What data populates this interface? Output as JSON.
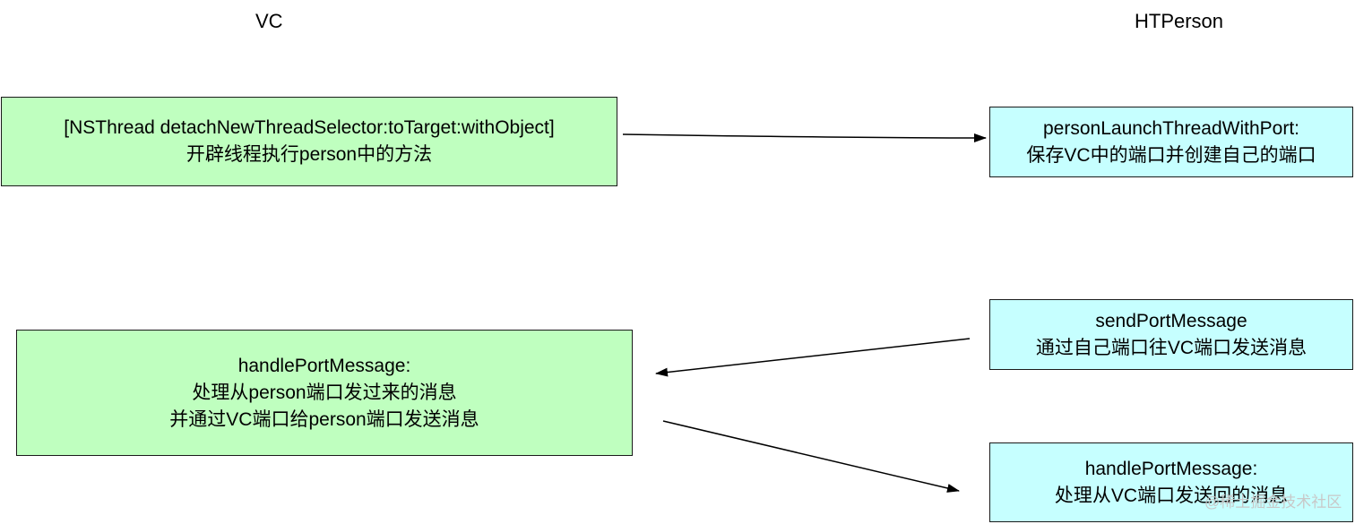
{
  "lanes": {
    "left_title": "VC",
    "right_title": "HTPerson"
  },
  "nodes": {
    "vc_detach": {
      "line1": "[NSThread detachNewThreadSelector:toTarget:withObject]",
      "line2": "开辟线程执行person中的方法"
    },
    "person_launch": {
      "line1": "personLaunchThreadWithPort:",
      "line2": "保存VC中的端口并创建自己的端口"
    },
    "person_send": {
      "line1": "sendPortMessage",
      "line2": "通过自己端口往VC端口发送消息"
    },
    "vc_handle": {
      "line1": "handlePortMessage:",
      "line2": "处理从person端口发过来的消息",
      "line3": "并通过VC端口给person端口发送消息"
    },
    "person_handle": {
      "line1": "handlePortMessage:",
      "line2": "处理从VC端口发送回的消息"
    }
  },
  "colors": {
    "vc_fill": "#bfffbf",
    "person_fill": "#c6ffff",
    "stroke": "#1a1a1a"
  },
  "watermark": "@稀土掘金技术社区"
}
